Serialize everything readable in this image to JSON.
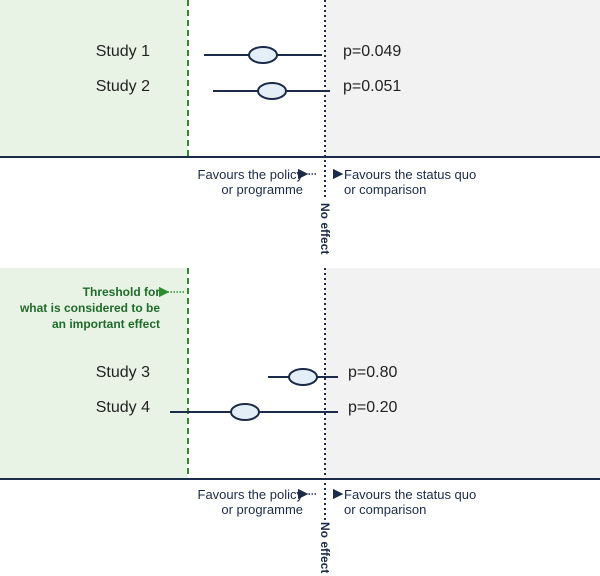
{
  "colors": {
    "green_zone": "#e8f3e6",
    "grey_zone": "#f2f2f2",
    "navy": "#1c2b4a",
    "threshold_green": "#2e8b2e",
    "ellipse_fill": "#e4eef6"
  },
  "panels": [
    {
      "studies": [
        {
          "label": "Study 1",
          "p_value": "p=0.049"
        },
        {
          "label": "Study 2",
          "p_value": "p=0.051"
        }
      ],
      "axis": {
        "favours_left": [
          "Favours the policy",
          "or programme"
        ],
        "favours_right": [
          "Favours the status quo",
          "or comparison"
        ],
        "no_effect": "No effect"
      }
    },
    {
      "threshold_label": [
        "Threshold for",
        "what is considered to be",
        "an important effect"
      ],
      "studies": [
        {
          "label": "Study 3",
          "p_value": "p=0.80"
        },
        {
          "label": "Study 4",
          "p_value": "p=0.20"
        }
      ],
      "axis": {
        "favours_left": [
          "Favours the policy",
          "or programme"
        ],
        "favours_right": [
          "Favours the status quo",
          "or comparison"
        ],
        "no_effect": "No effect"
      }
    }
  ]
}
